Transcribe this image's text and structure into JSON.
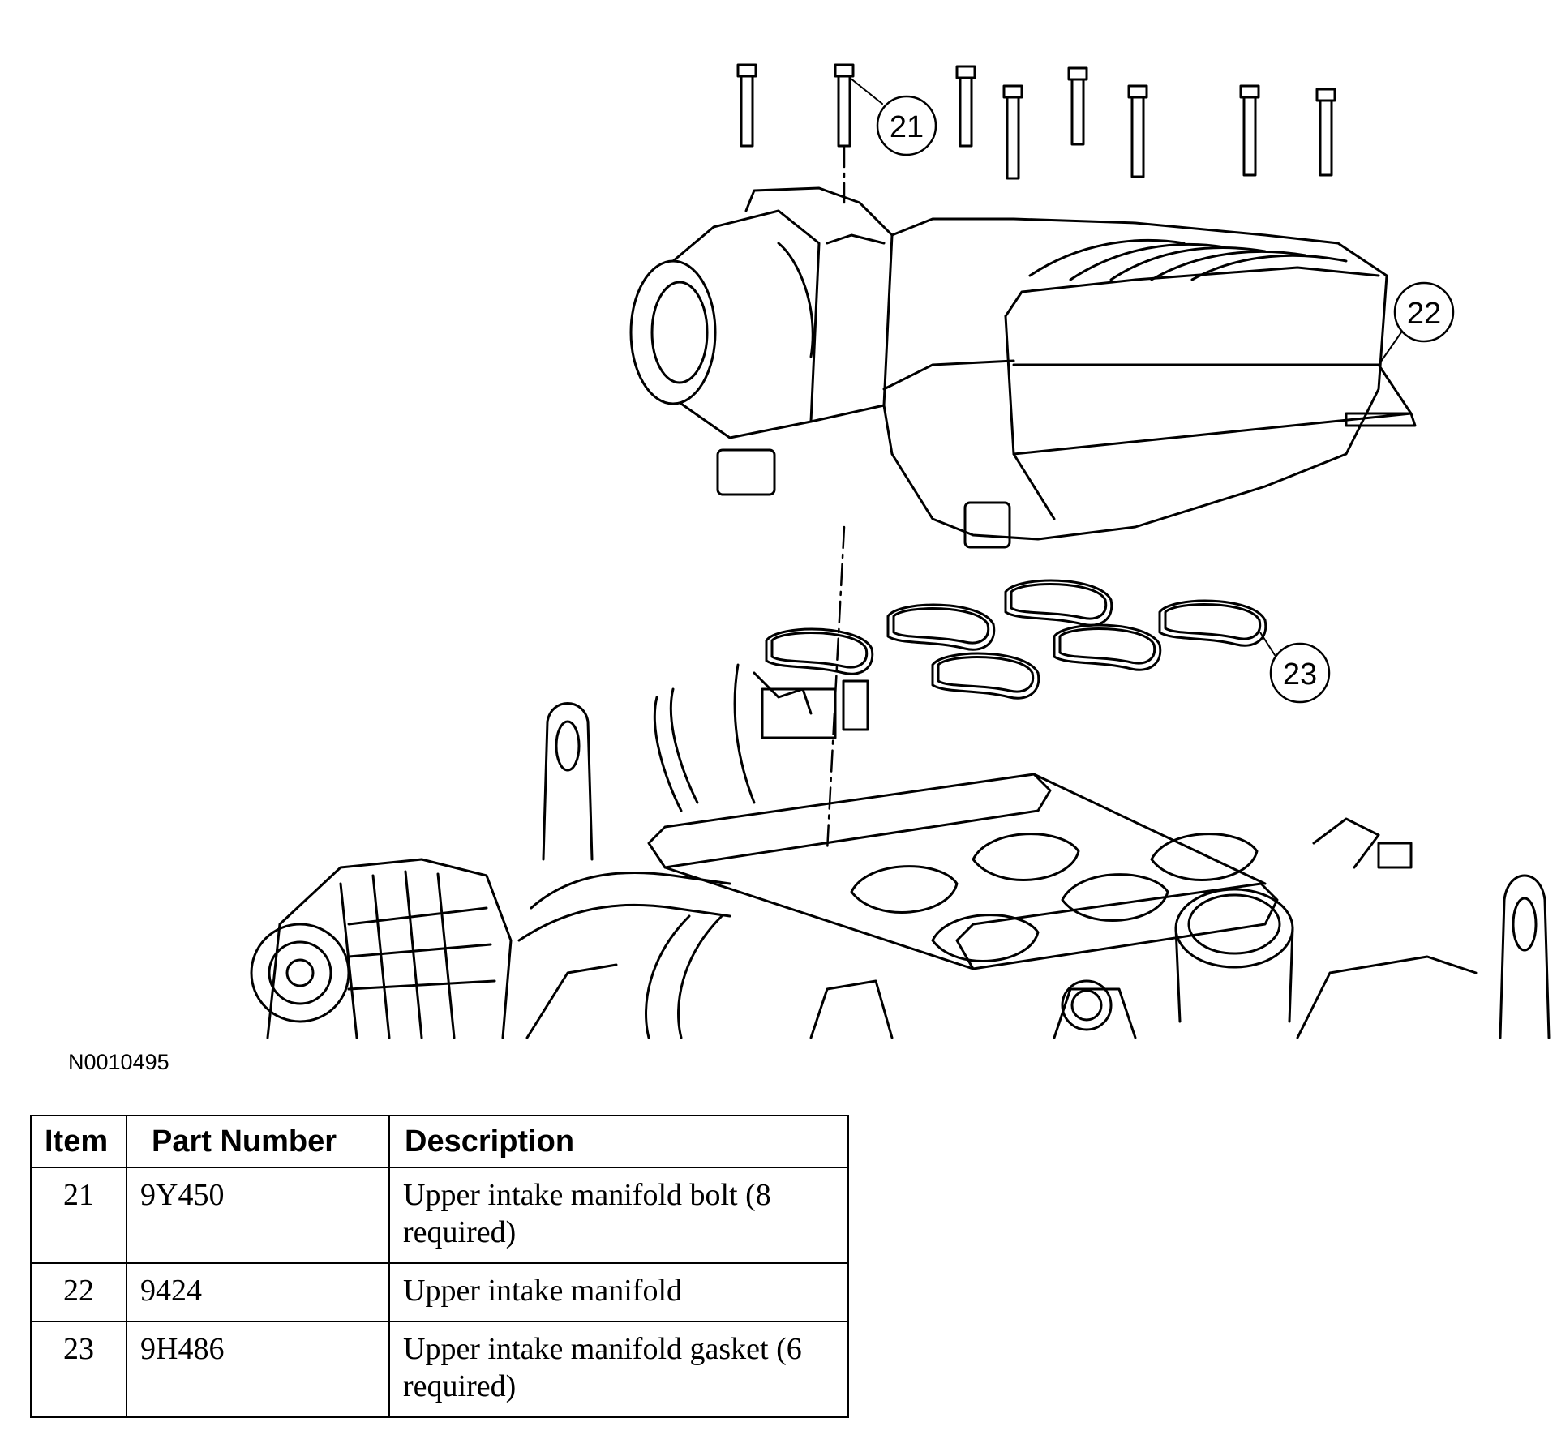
{
  "figure": {
    "id_label": "N0010495",
    "callouts": [
      "21",
      "22",
      "23"
    ]
  },
  "table": {
    "headers": {
      "item": "Item",
      "part_number": "Part Number",
      "description": "Description"
    },
    "rows": [
      {
        "item": "21",
        "part_number": "9Y450",
        "description": "Upper intake manifold bolt (8 required)"
      },
      {
        "item": "22",
        "part_number": "9424",
        "description": "Upper intake manifold"
      },
      {
        "item": "23",
        "part_number": "9H486",
        "description": "Upper intake manifold gasket (6 required)"
      }
    ]
  }
}
